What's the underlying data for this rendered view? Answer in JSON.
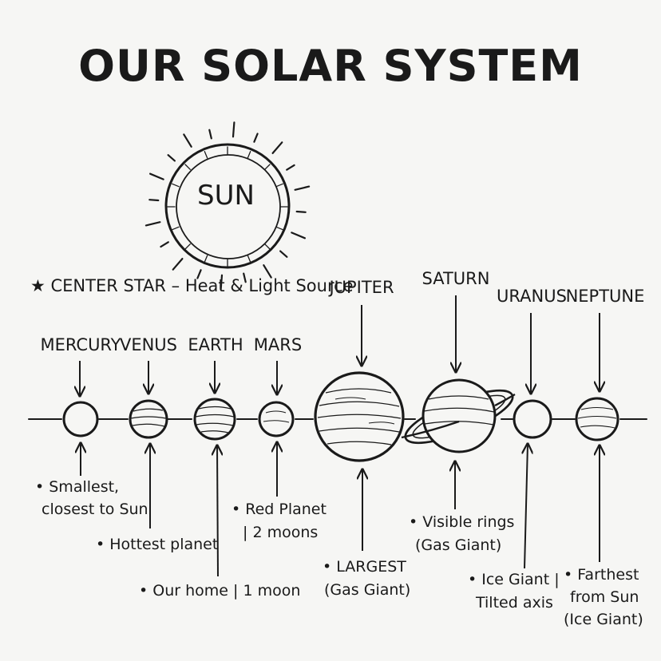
{
  "title": "OUR SOLAR SYSTEM",
  "sun": {
    "label": "SUN",
    "note": "★ CENTER STAR – Heat & Light Source"
  },
  "planets": [
    {
      "name": "MERCURY",
      "notes": [
        "• Smallest,",
        "closest to Sun"
      ]
    },
    {
      "name": "VENUS",
      "notes": [
        "• Hottest planet"
      ]
    },
    {
      "name": "EARTH",
      "notes": [
        "• Our home | 1 moon"
      ]
    },
    {
      "name": "MARS",
      "notes": [
        "• Red Planet",
        "| 2 moons"
      ]
    },
    {
      "name": "JUPITER",
      "notes": [
        "• LARGEST",
        "(Gas Giant)"
      ]
    },
    {
      "name": "SATURN",
      "notes": [
        "• Visible rings",
        "(Gas Giant)"
      ]
    },
    {
      "name": "URANUS",
      "notes": [
        "• Ice Giant |",
        "Tilted axis"
      ]
    },
    {
      "name": "NEPTUNE",
      "notes": [
        "• Farthest",
        "from Sun",
        "(Ice Giant)"
      ]
    }
  ],
  "colors": {
    "ink": "#1a1a1a",
    "paper": "#f6f6f4"
  }
}
